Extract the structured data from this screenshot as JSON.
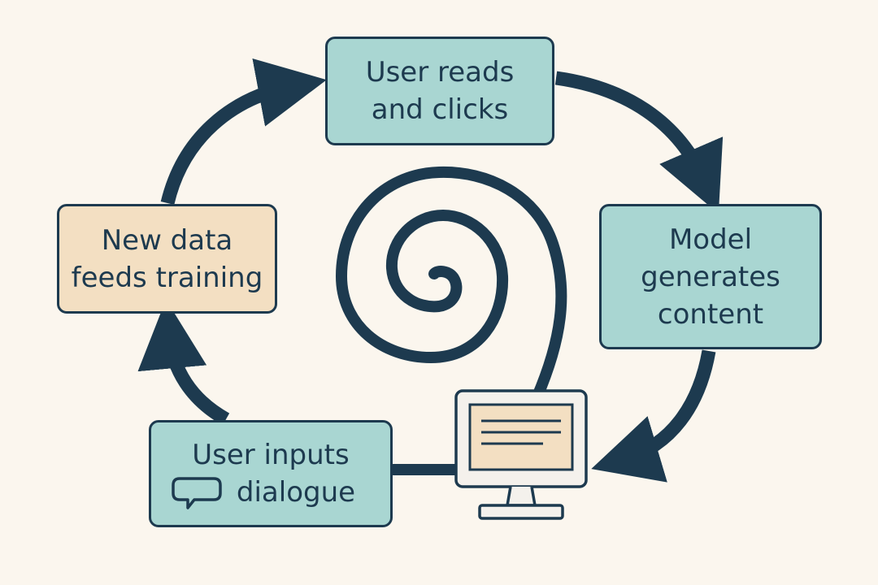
{
  "nodes": {
    "reads": {
      "line1": "User reads",
      "line2": "and clicks"
    },
    "generates": {
      "line1": "Model",
      "line2": "generates",
      "line3": "content"
    },
    "inputs": {
      "line1": "User inputs",
      "line2": "dialogue",
      "icon": "speech-bubble-icon"
    },
    "training": {
      "line1": "New data",
      "line2": "feeds training"
    }
  },
  "center": {
    "icon": "spiral-icon"
  },
  "device": {
    "icon": "computer-monitor-icon"
  },
  "colors": {
    "background": "#fbf6ee",
    "teal_box": "#a9d6d2",
    "tan_box": "#f3dfc2",
    "stroke": "#1d3a4f"
  }
}
